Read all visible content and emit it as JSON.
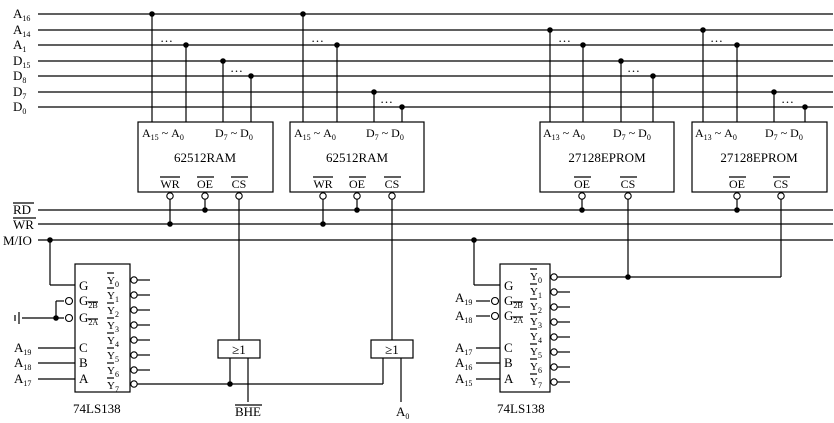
{
  "buses": {
    "a16": {
      "label": "A",
      "sub": "16"
    },
    "a14": {
      "label": "A",
      "sub": "14"
    },
    "a1": {
      "label": "A",
      "sub": "1"
    },
    "d15": {
      "label": "D",
      "sub": "15"
    },
    "d8": {
      "label": "D",
      "sub": "8"
    },
    "d7": {
      "label": "D",
      "sub": "7"
    },
    "d0": {
      "label": "D",
      "sub": "0"
    }
  },
  "control": {
    "rd": "RD",
    "wr": "WR",
    "mio": "M/IO"
  },
  "memory": {
    "ram_name": "62512RAM",
    "eprom_name": "27128EPROM",
    "ram_addr": {
      "a": "A",
      "hi": "15",
      "tilde": "~",
      "b": "A",
      "lo": "0"
    },
    "eprom_addr": {
      "a": "A",
      "hi": "13",
      "tilde": "~",
      "b": "A",
      "lo": "0"
    },
    "data": {
      "a": "D",
      "hi": "7",
      "tilde": "~",
      "b": "D",
      "lo": "0"
    },
    "pin_wr": "WR",
    "pin_oe": "OE",
    "pin_cs": "CS"
  },
  "decoder": {
    "name": "74LS138",
    "g": "G",
    "g2b": {
      "g": "G",
      "sub": "2B"
    },
    "g2a": {
      "g": "G",
      "sub": "2A"
    },
    "c": "C",
    "b": "B",
    "a": "A",
    "outputs": [
      {
        "y": "Y",
        "n": "0"
      },
      {
        "y": "Y",
        "n": "1"
      },
      {
        "y": "Y",
        "n": "2"
      },
      {
        "y": "Y",
        "n": "3"
      },
      {
        "y": "Y",
        "n": "4"
      },
      {
        "y": "Y",
        "n": "5"
      },
      {
        "y": "Y",
        "n": "6"
      },
      {
        "y": "Y",
        "n": "7"
      }
    ],
    "left_inputs": {
      "a19": {
        "label": "A",
        "sub": "19"
      },
      "a18": {
        "label": "A",
        "sub": "18"
      },
      "a17": {
        "label": "A",
        "sub": "17"
      }
    },
    "right_inputs": {
      "a19": {
        "label": "A",
        "sub": "19"
      },
      "a18": {
        "label": "A",
        "sub": "18"
      },
      "a17": {
        "label": "A",
        "sub": "17"
      },
      "a16": {
        "label": "A",
        "sub": "16"
      },
      "a15": {
        "label": "A",
        "sub": "15"
      }
    }
  },
  "or_gate": "≥1",
  "bhe": "BHE",
  "a0": {
    "label": "A",
    "sub": "0"
  },
  "ellipsis": "…"
}
